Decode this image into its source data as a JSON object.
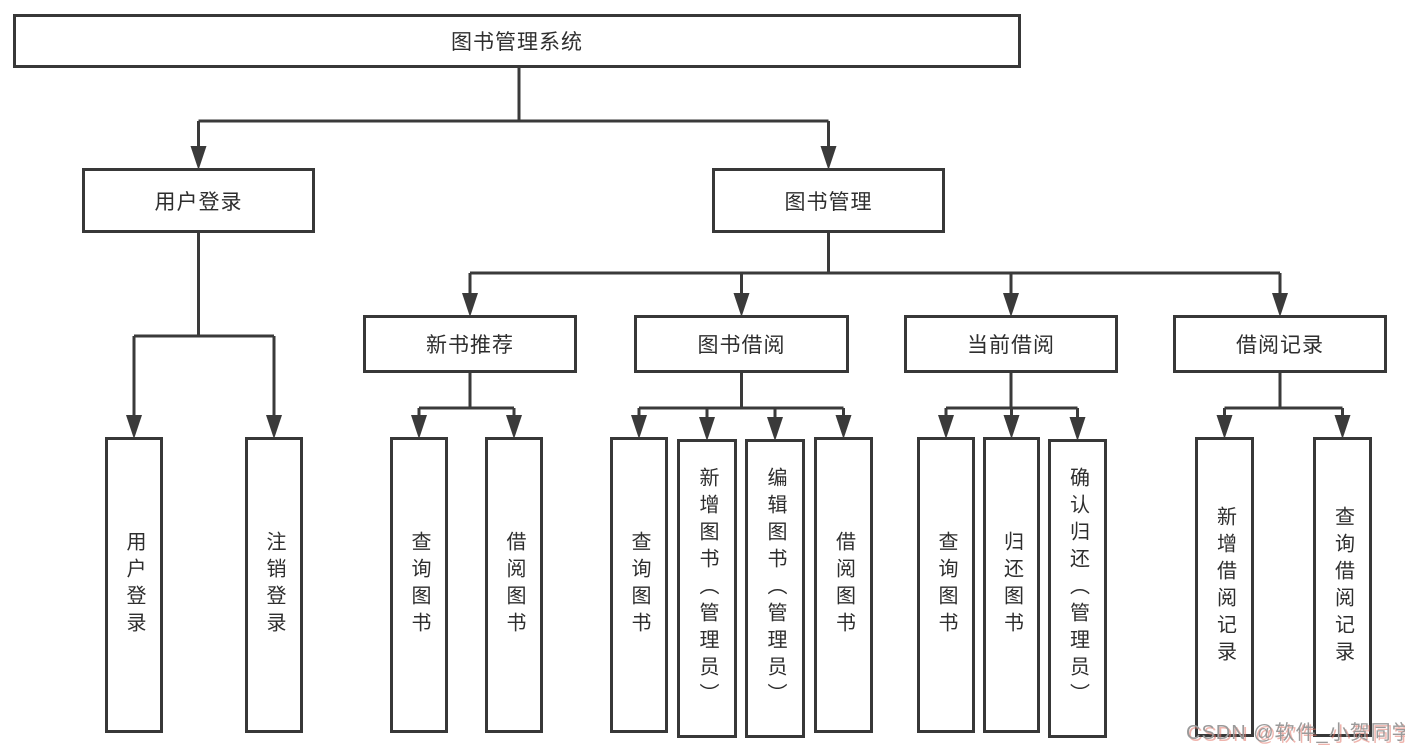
{
  "diagram": {
    "root": {
      "label": "图书管理系统"
    },
    "branches": [
      {
        "label": "用户登录",
        "children": [
          {
            "label": "用户登录"
          },
          {
            "label": "注销登录"
          }
        ]
      },
      {
        "label": "图书管理",
        "children": [
          {
            "label": "新书推荐",
            "children": [
              {
                "label": "查询图书"
              },
              {
                "label": "借阅图书"
              }
            ]
          },
          {
            "label": "图书借阅",
            "children": [
              {
                "label": "查询图书"
              },
              {
                "label": "新增图书（管理员）"
              },
              {
                "label": "编辑图书（管理员）"
              },
              {
                "label": "借阅图书"
              }
            ]
          },
          {
            "label": "当前借阅",
            "children": [
              {
                "label": "查询图书"
              },
              {
                "label": "归还图书"
              },
              {
                "label": "确认归还（管理员）"
              }
            ]
          },
          {
            "label": "借阅记录",
            "children": [
              {
                "label": "新增借阅记录"
              },
              {
                "label": "查询借阅记录"
              }
            ]
          }
        ]
      }
    ]
  },
  "watermark": {
    "text": "CSDN @软件_小贺同学"
  },
  "colors": {
    "line": "#3a3a3a",
    "box_border": "#383838",
    "text": "#2e2e2e",
    "watermark_gray": "#9a9a9a",
    "watermark_red": "#e2766a"
  }
}
